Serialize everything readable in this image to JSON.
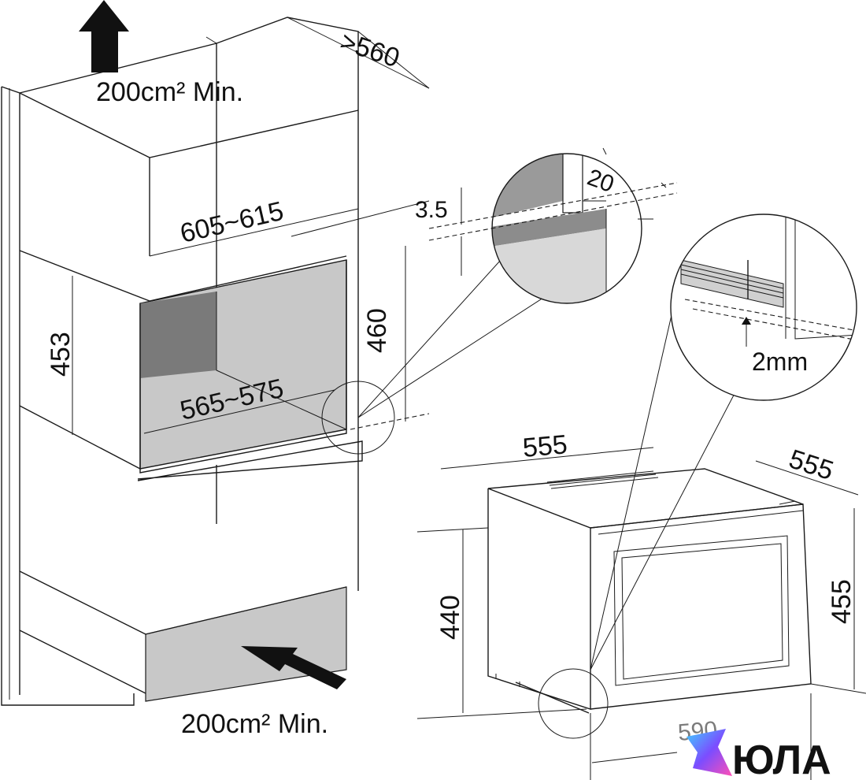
{
  "labels": {
    "top_vent": "200cm² Min.",
    "bottom_vent": "200cm² Min.",
    "depth": ">560",
    "cabinet_width": "605~615",
    "niche_width": "565~575",
    "niche_height": "453",
    "opening_height": "460",
    "gap": "3.5",
    "panel": "20",
    "clearance": "2mm",
    "appliance_width": "555",
    "appliance_depth": "555",
    "appliance_height": "440",
    "appliance_total_height": "455",
    "appliance_front": "590"
  },
  "logo": {
    "text": "ЮЛА"
  },
  "colors": {
    "line": "#1a1a1a",
    "niche_fill": "#c8c8c8",
    "niche_dark": "#7a7a7a",
    "arrow": "#111111"
  }
}
